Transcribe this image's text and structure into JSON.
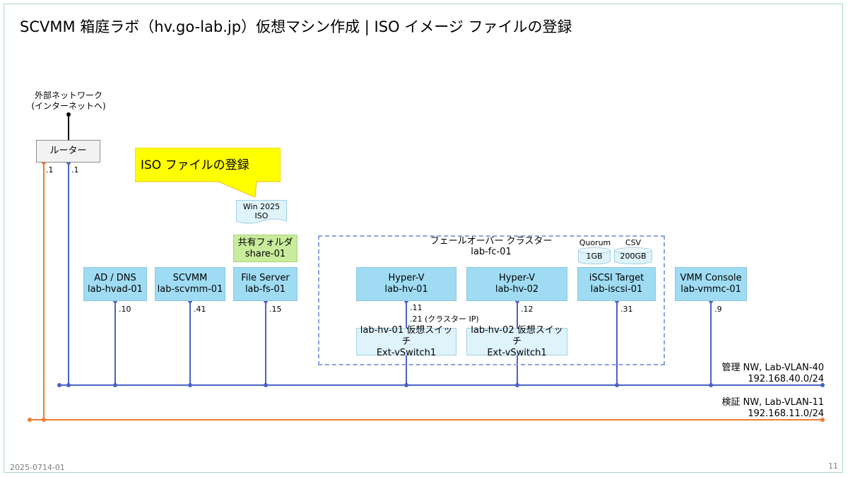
{
  "title": "SCVMM 箱庭ラボ（hv.go-lab.jp）仮想マシン作成 | ISO イメージ ファイルの登録",
  "external": {
    "line1": "外部ネットワーク",
    "line2": "(インターネットへ)"
  },
  "router": {
    "label": "ルーター",
    "ip_orange": ".1",
    "ip_blue": ".1"
  },
  "callout": {
    "text": "ISO ファイルの登録"
  },
  "iso_doc": {
    "line1": "Win 2025",
    "line2": "ISO"
  },
  "share": {
    "line1": "共有フォルダ",
    "line2": "share-01"
  },
  "nodes": [
    {
      "role": "AD / DNS",
      "name": "lab-hvad-01",
      "ip": ".10"
    },
    {
      "role": "SCVMM",
      "name": "lab-scvmm-01",
      "ip": ".41"
    },
    {
      "role": "File Server",
      "name": "lab-fs-01",
      "ip": ".15"
    },
    {
      "role": "Hyper-V",
      "name": "lab-hv-01",
      "ip": ".11"
    },
    {
      "role": "Hyper-V",
      "name": "lab-hv-02",
      "ip": ".12"
    },
    {
      "role": "iSCSI Target",
      "name": "lab-iscsi-01",
      "ip": ".31"
    },
    {
      "role": "VMM Console",
      "name": "lab-vmmc-01",
      "ip": ".9"
    }
  ],
  "cluster_ip": ".21 (クラスター IP)",
  "cluster": {
    "title": "フェールオーバー クラスター",
    "name": "lab-fc-01"
  },
  "switches": [
    {
      "line1": "lab-hv-01 仮想スイッチ",
      "line2": "Ext-vSwitch1"
    },
    {
      "line1": "lab-hv-02 仮想スイッチ",
      "line2": "Ext-vSwitch1"
    }
  ],
  "disks": [
    {
      "label": "Quorum",
      "size": "1GB"
    },
    {
      "label": "CSV",
      "size": "200GB"
    }
  ],
  "networks": {
    "mgmt": {
      "name": "管理 NW, Lab-VLAN-40",
      "subnet": "192.168.40.0/24"
    },
    "test": {
      "name": "検証 NW, Lab-VLAN-11",
      "subnet": "192.168.11.0/24"
    }
  },
  "footer": {
    "doc_id": "2025-0714-01",
    "page": "11"
  },
  "colors": {
    "blue_line": "#4a62c4",
    "orange_line": "#ed7d31",
    "node_fill": "#9fdcf4",
    "callout_fill": "#ffff00"
  }
}
